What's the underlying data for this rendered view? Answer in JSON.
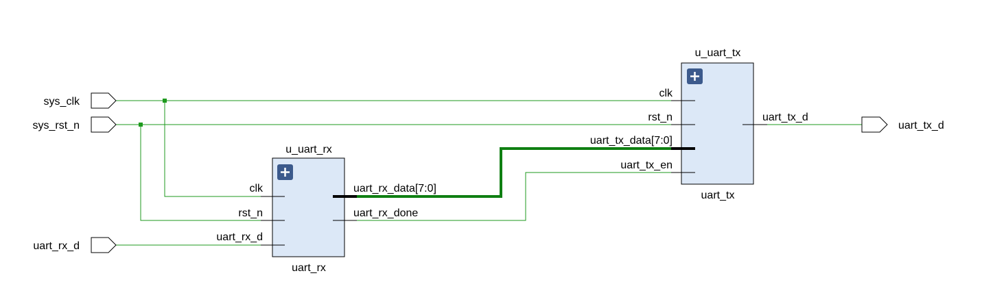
{
  "colors": {
    "wire": "#1e9a1e",
    "bus": "#0f7f12",
    "block_fill": "#dce8f7",
    "expand_button": "#3c5a8c"
  },
  "ports": {
    "inputs": [
      "sys_clk",
      "sys_rst_n",
      "uart_rx_d"
    ],
    "outputs": [
      "uart_tx_d"
    ]
  },
  "blocks": {
    "uart_rx": {
      "instance": "u_uart_rx",
      "module": "uart_rx",
      "expand_icon": "plus-icon",
      "inputs": [
        "clk",
        "rst_n",
        "uart_rx_d"
      ],
      "outputs": [
        "uart_rx_data[7:0]",
        "uart_rx_done"
      ]
    },
    "uart_tx": {
      "instance": "u_uart_tx",
      "module": "uart_tx",
      "expand_icon": "plus-icon",
      "inputs": [
        "clk",
        "rst_n",
        "uart_tx_data[7:0]",
        "uart_tx_en"
      ],
      "outputs": [
        "uart_tx_d"
      ]
    }
  }
}
